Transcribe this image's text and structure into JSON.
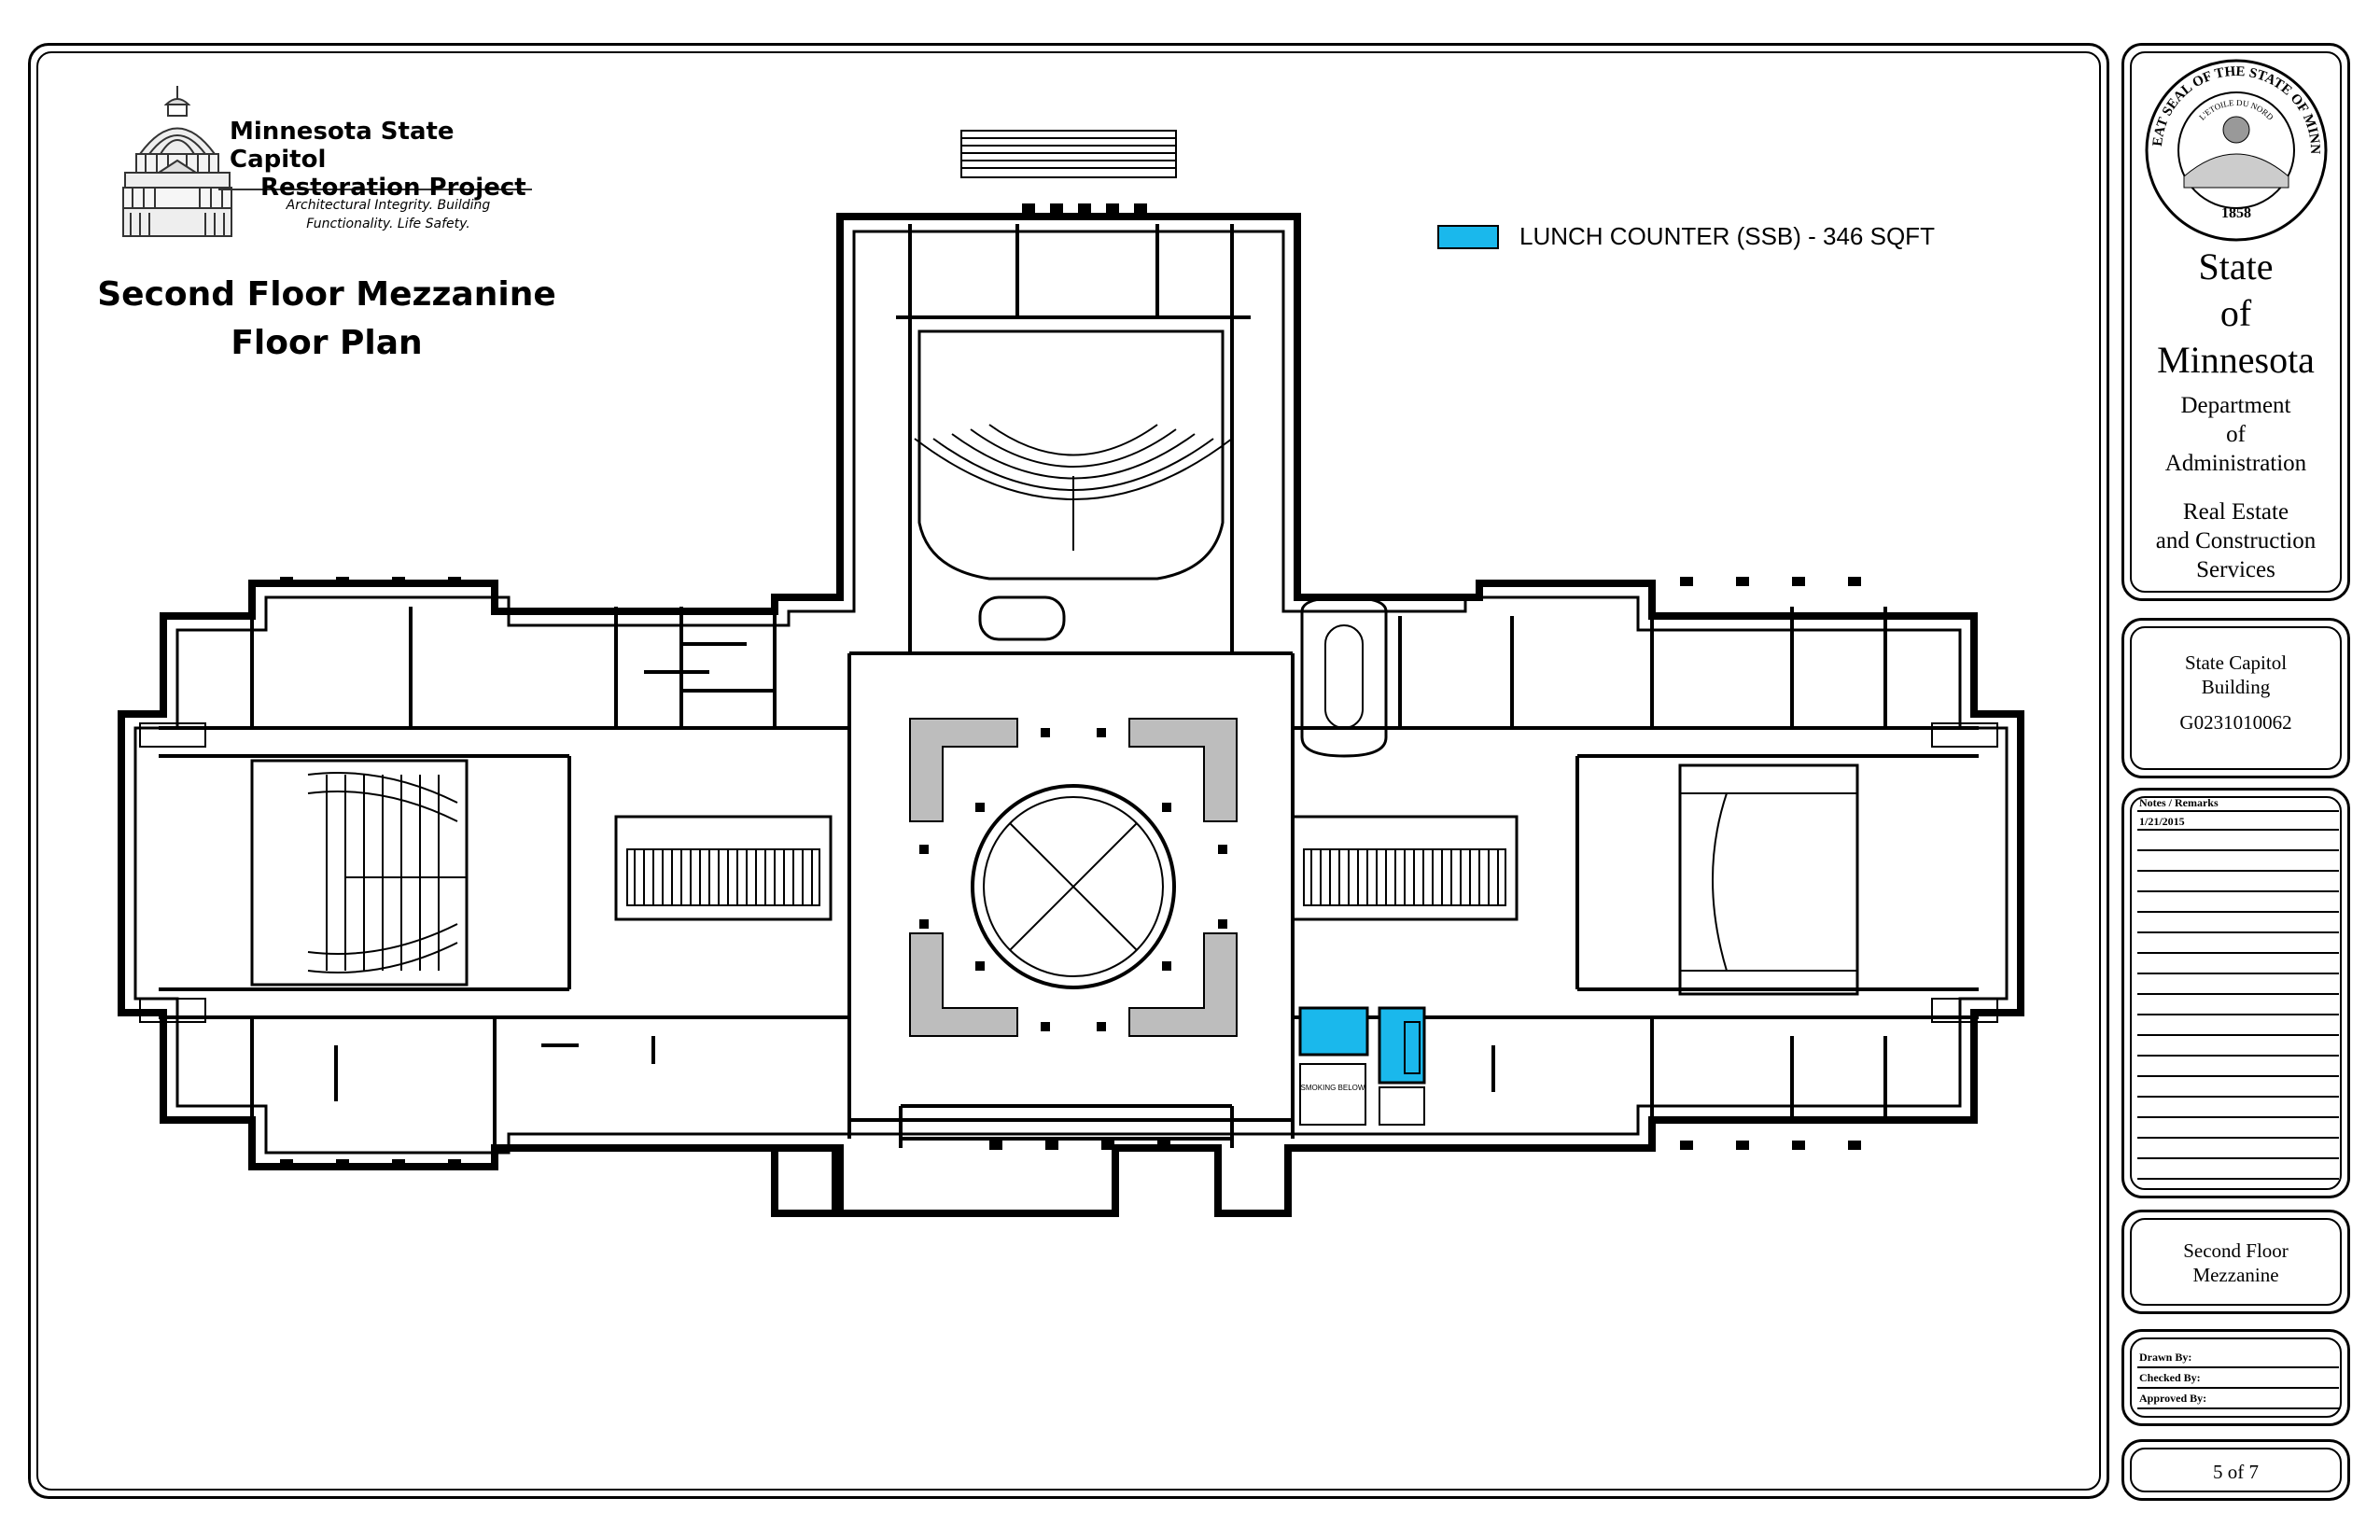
{
  "project": {
    "name_line1": "Minnesota State Capitol",
    "name_line2": "Restoration Project",
    "tagline_line1": "Architectural Integrity. Building",
    "tagline_line2": "Functionality. Life Safety."
  },
  "drawing_title": {
    "line1": "Second Floor Mezzanine",
    "line2": "Floor Plan"
  },
  "legend": {
    "items": [
      {
        "label": "LUNCH COUNTER (SSB) - 346 SQFT",
        "color": "#1ab8ec"
      }
    ]
  },
  "plan": {
    "stair_note": "SMOKING BELOW"
  },
  "title_block": {
    "seal_text_outer": "THE GREAT SEAL OF THE STATE OF MINNESOTA",
    "seal_text_inner": "L'ETOILE DU NORD",
    "seal_year": "1858",
    "state_line1": "State",
    "state_line2": "of",
    "state_line3": "Minnesota",
    "dept_line1": "Department",
    "dept_line2": "of",
    "dept_line3": "Administration",
    "div_line1": "Real Estate",
    "div_line2": "and Construction",
    "div_line3": "Services",
    "building_line1": "State Capitol",
    "building_line2": "Building",
    "building_number": "G0231010062",
    "notes_label": "Notes / Remarks",
    "notes_date": "1/21/2015",
    "sheet_title_line1": "Second Floor",
    "sheet_title_line2": "Mezzanine",
    "drawn_by_label": "Drawn By:",
    "checked_by_label": "Checked By:",
    "approved_by_label": "Approved By:",
    "sheet_number": "5 of 7"
  }
}
